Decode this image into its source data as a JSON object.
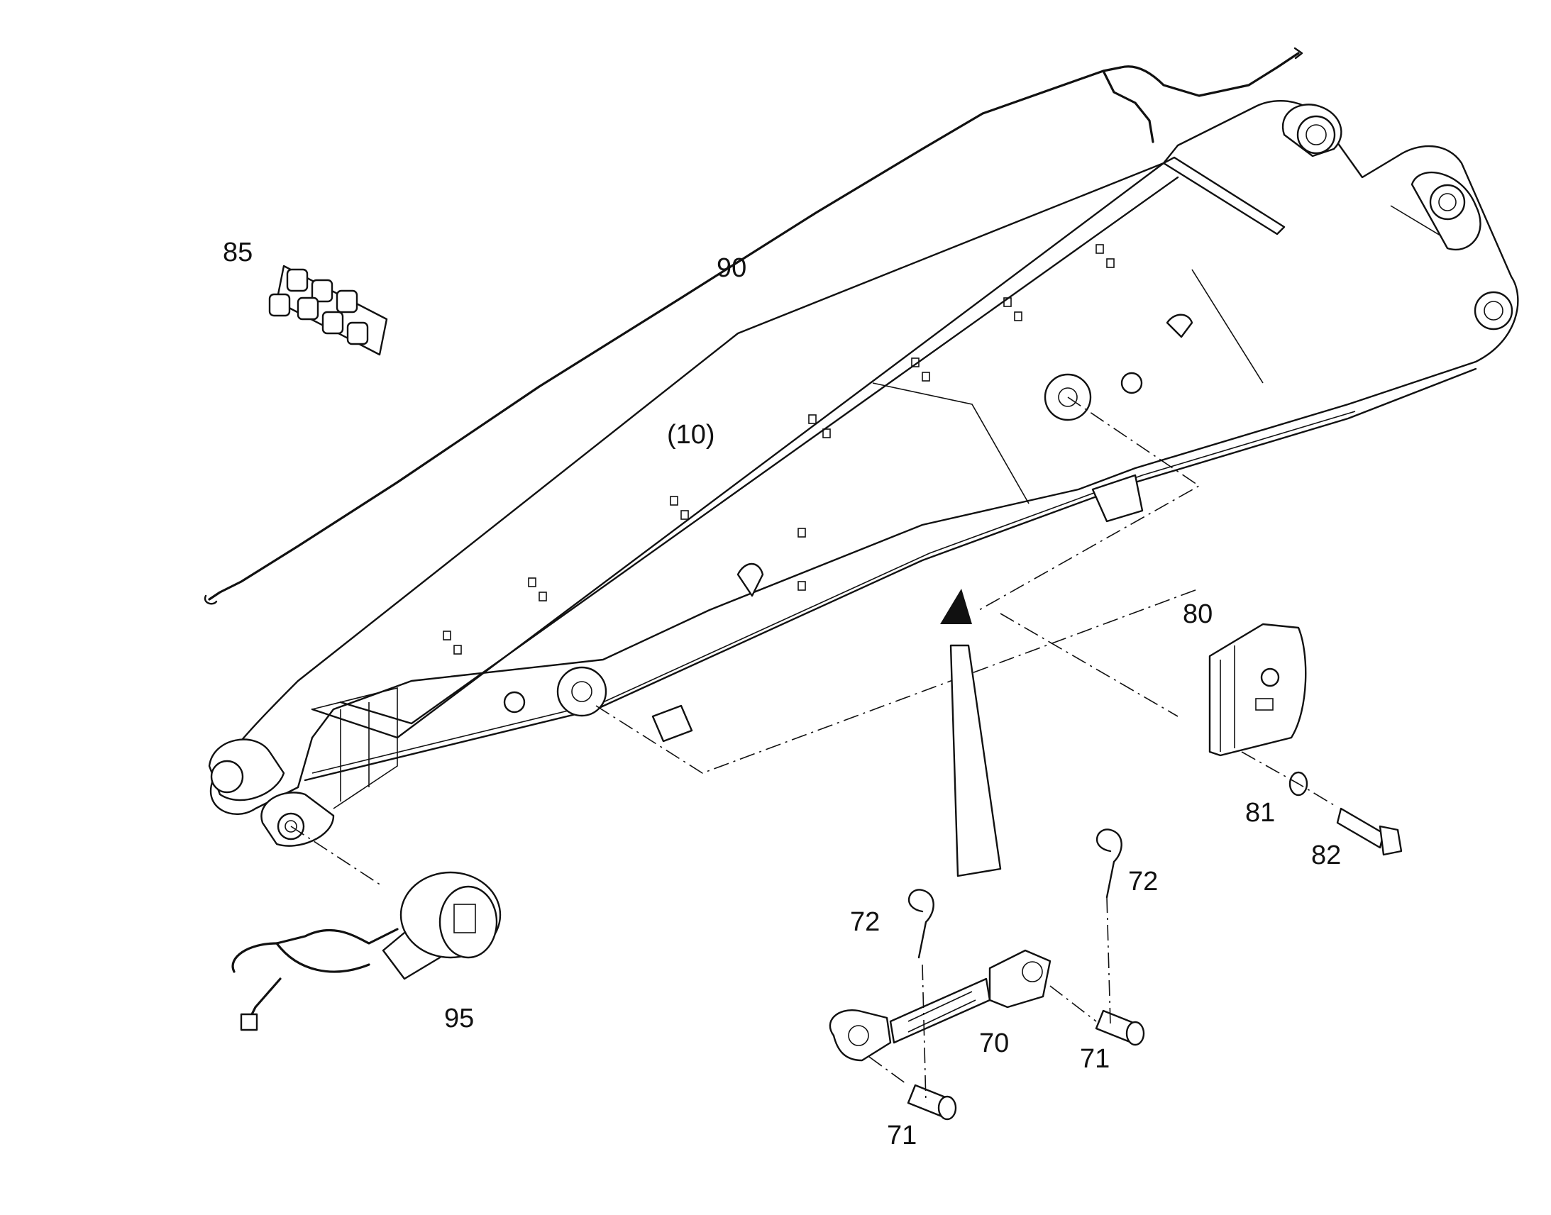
{
  "diagram": {
    "callouts": [
      {
        "id": "c85",
        "text": "85"
      },
      {
        "id": "c90",
        "text": "90"
      },
      {
        "id": "c10",
        "text": "(10)"
      },
      {
        "id": "c80",
        "text": "80"
      },
      {
        "id": "c81",
        "text": "81"
      },
      {
        "id": "c82",
        "text": "82"
      },
      {
        "id": "c72a",
        "text": "72"
      },
      {
        "id": "c72b",
        "text": "72"
      },
      {
        "id": "c70",
        "text": "70"
      },
      {
        "id": "c71a",
        "text": "71"
      },
      {
        "id": "c71b",
        "text": "71"
      },
      {
        "id": "c95",
        "text": "95"
      }
    ]
  }
}
